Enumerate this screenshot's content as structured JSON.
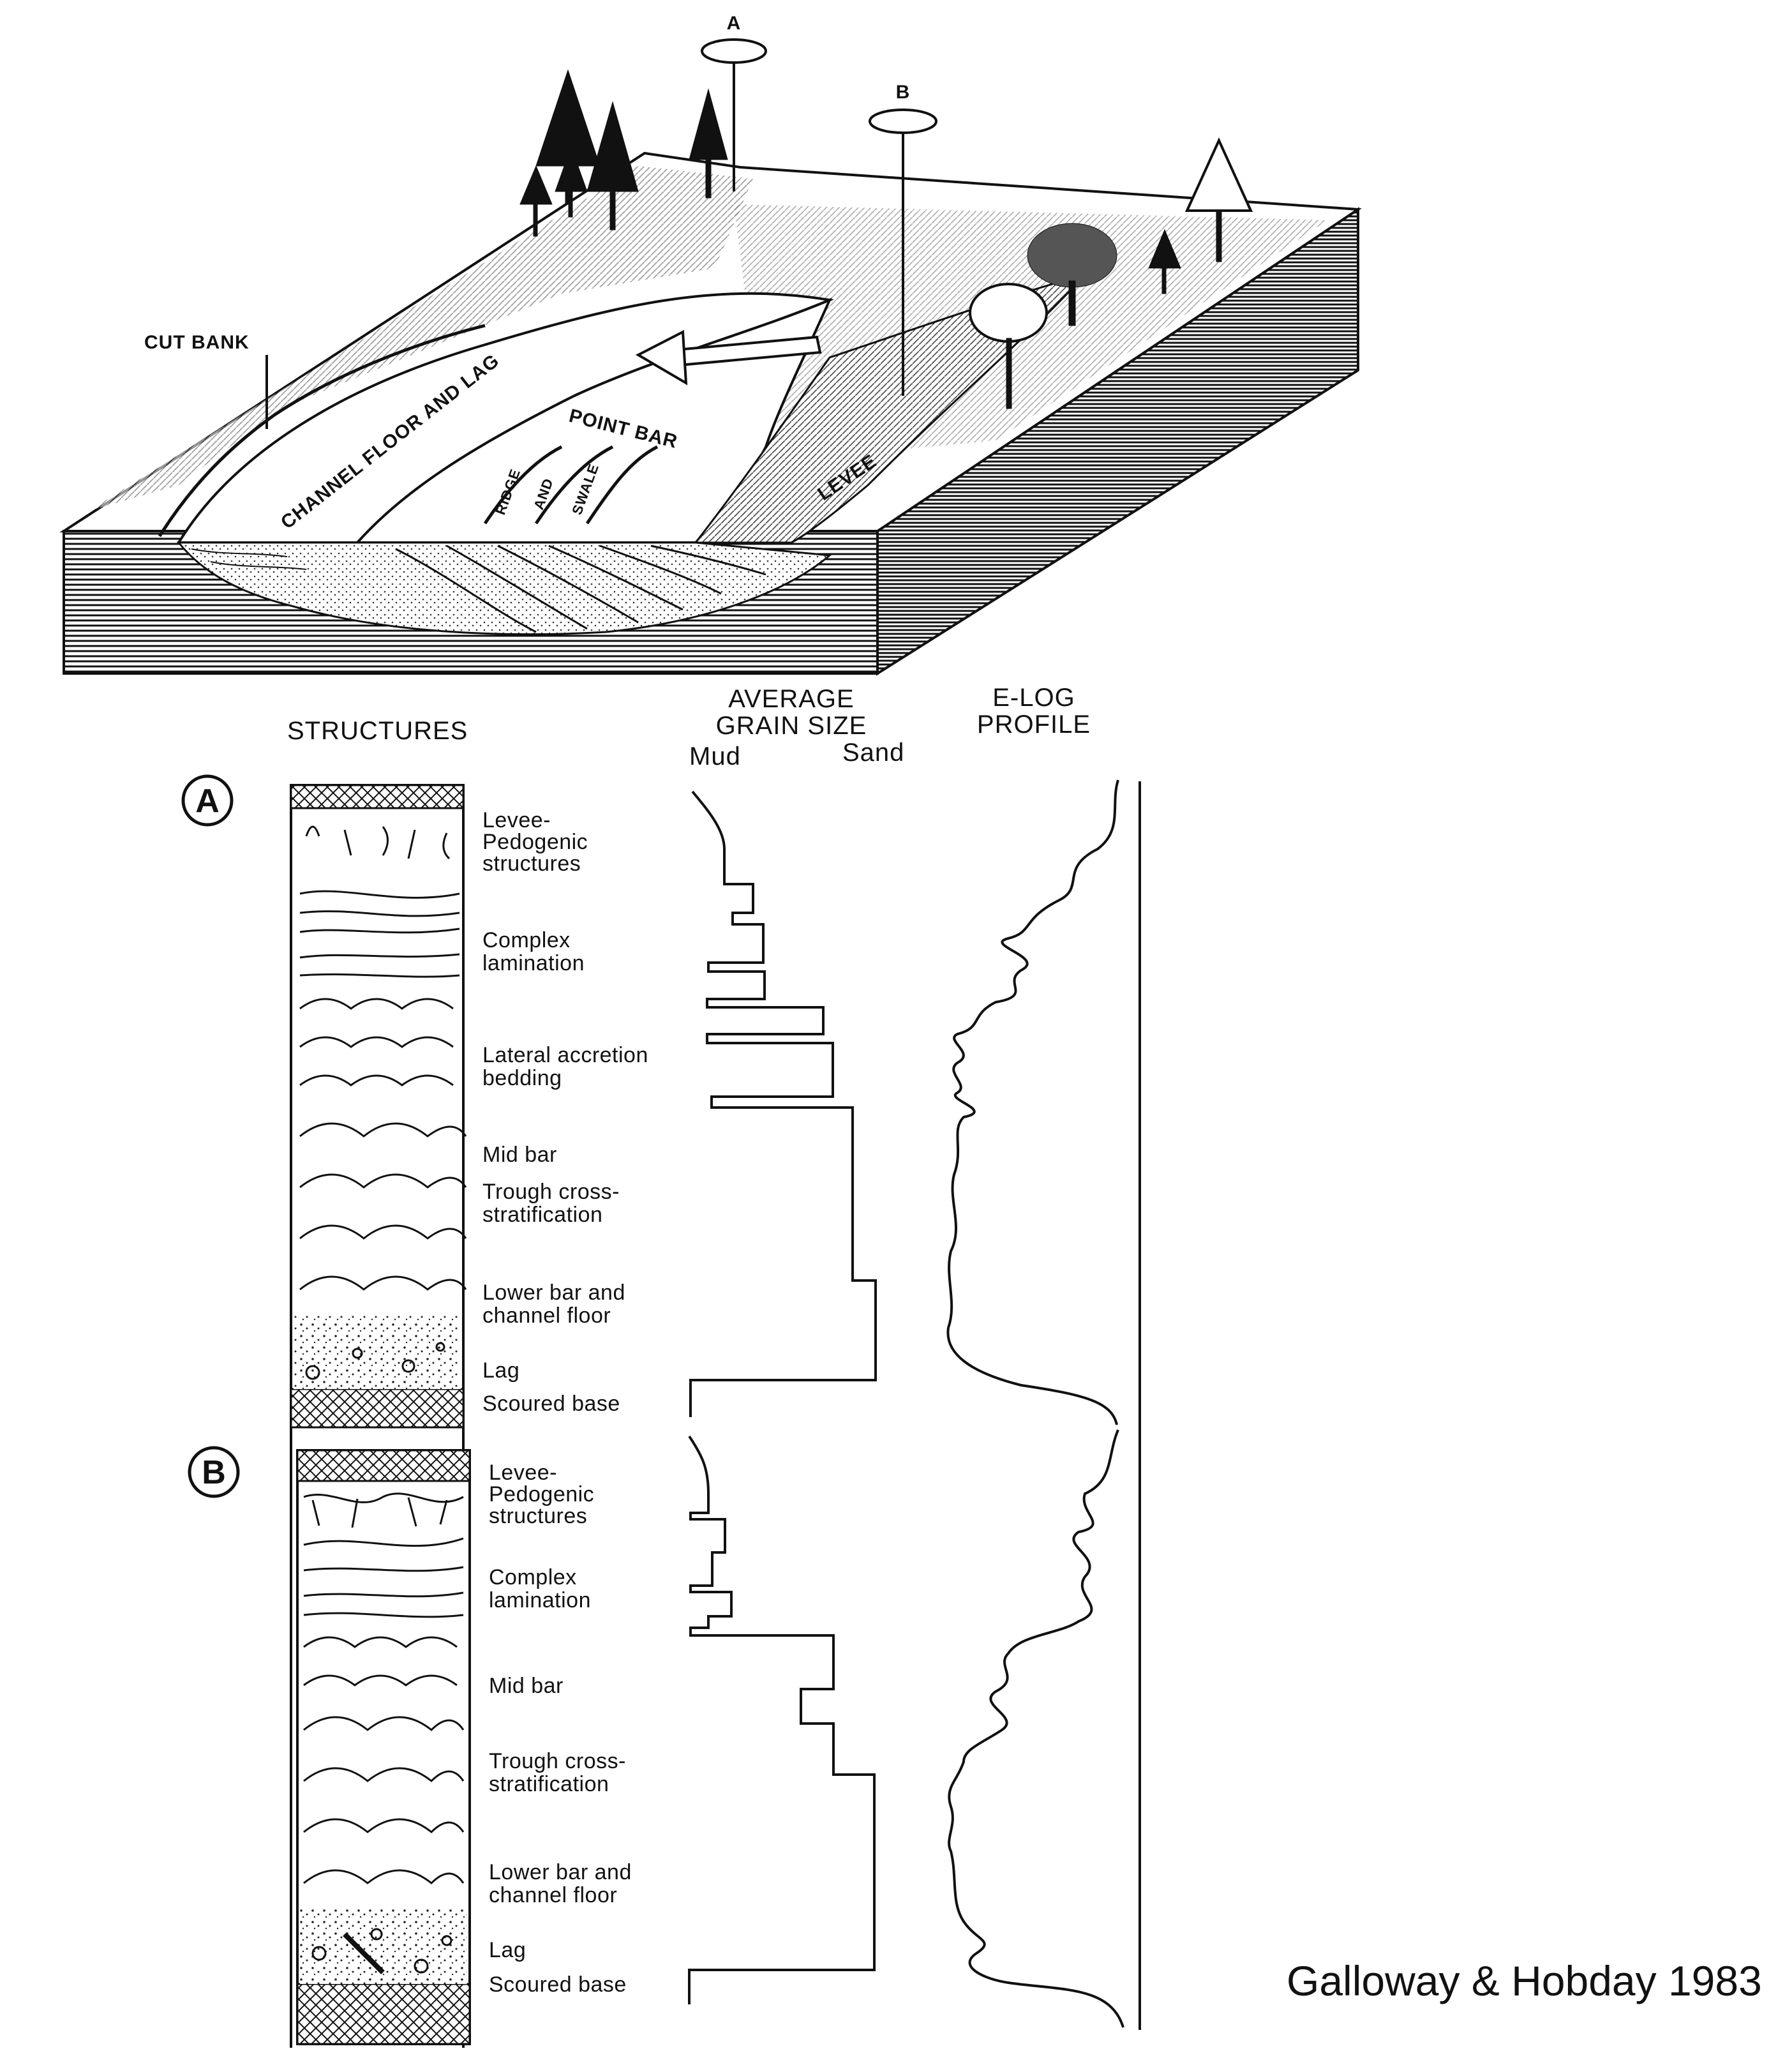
{
  "block_diagram": {
    "wells": [
      "A",
      "B"
    ],
    "labels": {
      "cut_bank": "CUT BANK",
      "channel_floor": "CHANNEL FLOOR AND LAG",
      "point_bar": "POINT BAR",
      "levee": "LEVEE",
      "ridge": "RIDGE",
      "and": "AND",
      "swale": "SWALE"
    }
  },
  "headers": {
    "structures": "STRUCTURES",
    "grain_size_line1": "AVERAGE",
    "grain_size_line2": "GRAIN SIZE",
    "grain_mud": "Mud",
    "grain_sand": "Sand",
    "elog_line1": "E-LOG",
    "elog_line2": "PROFILE"
  },
  "column_A": {
    "marker": "A",
    "labels": [
      {
        "lines": [
          "Levee-",
          "Pedogenic",
          "structures"
        ]
      },
      {
        "lines": [
          "Complex",
          "lamination"
        ]
      },
      {
        "lines": [
          "Lateral accretion",
          "bedding"
        ]
      },
      {
        "lines": [
          "Mid bar"
        ]
      },
      {
        "lines": [
          "Trough cross-",
          "stratification"
        ]
      },
      {
        "lines": [
          "Lower bar and",
          "channel floor"
        ]
      },
      {
        "lines": [
          "Lag"
        ]
      },
      {
        "lines": [
          "Scoured base"
        ]
      }
    ]
  },
  "column_B": {
    "marker": "B",
    "labels": [
      {
        "lines": [
          "Levee-",
          "Pedogenic",
          "structures"
        ]
      },
      {
        "lines": [
          "Complex",
          "lamination"
        ]
      },
      {
        "lines": [
          "Mid bar"
        ]
      },
      {
        "lines": [
          "Trough cross-",
          "stratification"
        ]
      },
      {
        "lines": [
          "Lower bar and",
          "channel floor"
        ]
      },
      {
        "lines": [
          "Lag"
        ]
      },
      {
        "lines": [
          "Scoured base"
        ]
      }
    ]
  },
  "credit": "Galloway & Hobday 1983"
}
